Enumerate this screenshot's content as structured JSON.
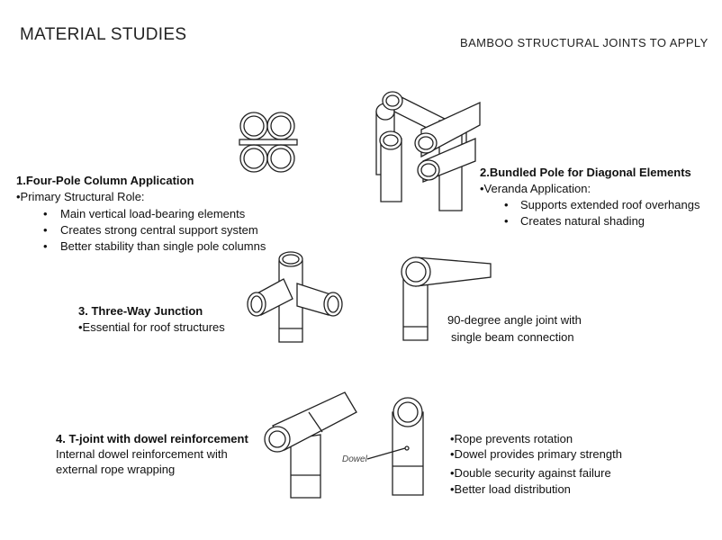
{
  "title": "MATERIAL STUDIES",
  "subtitle": "BAMBOO STRUCTURAL JOINTS TO APPLY",
  "s1": {
    "title": "1.Four-Pole Column Application",
    "lead": "•Primary Structural Role:",
    "items": [
      "Main vertical load-bearing elements",
      "Creates strong central support system",
      "Better stability than single pole columns"
    ]
  },
  "s2": {
    "title": "2.Bundled Pole for Diagonal Elements",
    "lead": "•Veranda Application:",
    "items": [
      "Supports extended roof overhangs",
      "Creates natural shading"
    ]
  },
  "s3": {
    "title": "3. Three-Way Junction",
    "lead": "•Essential for roof structures"
  },
  "angle": {
    "line1": "90-degree angle joint with",
    "line2": "single beam connection"
  },
  "s4": {
    "title": "4. T-joint with dowel reinforcement",
    "line1": "Internal dowel reinforcement with",
    "line2": "external rope wrapping"
  },
  "right": [
    "•Rope prevents rotation",
    "•Dowel provides primary strength",
    "•Double security against failure",
    "•Better load distribution"
  ],
  "dowel_label": "Dowel"
}
